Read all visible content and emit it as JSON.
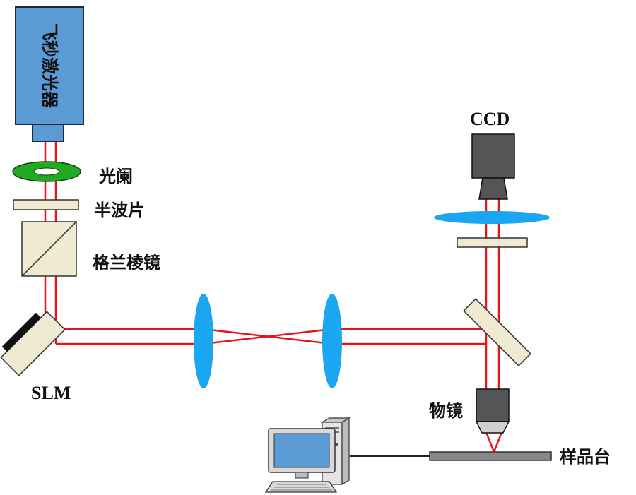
{
  "diagram": {
    "laser": {
      "label": "飞秒激光器"
    },
    "aperture": {
      "label": "光阑"
    },
    "half_wave_plate": {
      "label": "半波片"
    },
    "glan_prism": {
      "label": "格兰棱镜"
    },
    "slm": {
      "label": "SLM"
    },
    "ccd": {
      "label": "CCD"
    },
    "objective": {
      "label": "物镜"
    },
    "sample_stage": {
      "label": "样品台"
    }
  },
  "colors": {
    "beam": "#e8141b",
    "lens": "#1aa6f0",
    "laser_body": "#5b9bd5",
    "aperture_ring": "#22aa22",
    "optic_plate": "#f0ead2",
    "dark_component": "#555555",
    "stage": "#888888"
  }
}
